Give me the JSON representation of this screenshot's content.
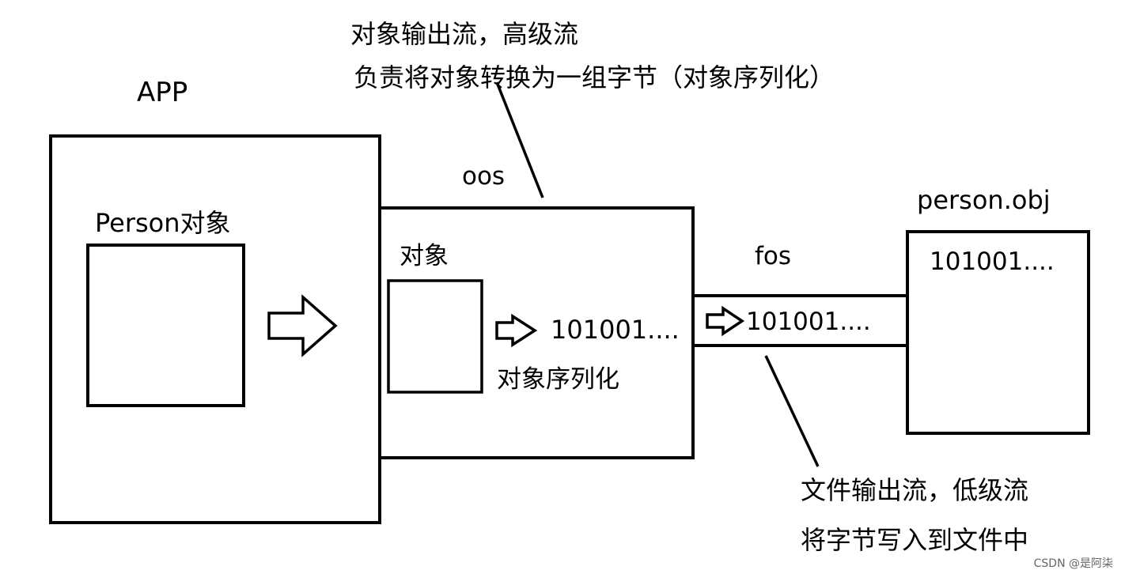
{
  "app": {
    "label": "APP"
  },
  "person_object": {
    "label": "Person对象"
  },
  "oos": {
    "label": "oos",
    "inner_label": "对象",
    "output": "101001....",
    "caption": "对象序列化"
  },
  "oos_annotation": {
    "line1": "对象输出流，高级流",
    "line2": "负责将对象转换为一组字节（对象序列化）"
  },
  "fos": {
    "label": "fos",
    "output": "101001...."
  },
  "fos_annotation": {
    "line1": "文件输出流，低级流",
    "line2": "将字节写入到文件中"
  },
  "file": {
    "label": "person.obj",
    "content": "101001...."
  },
  "watermark": "CSDN @是阿柒"
}
